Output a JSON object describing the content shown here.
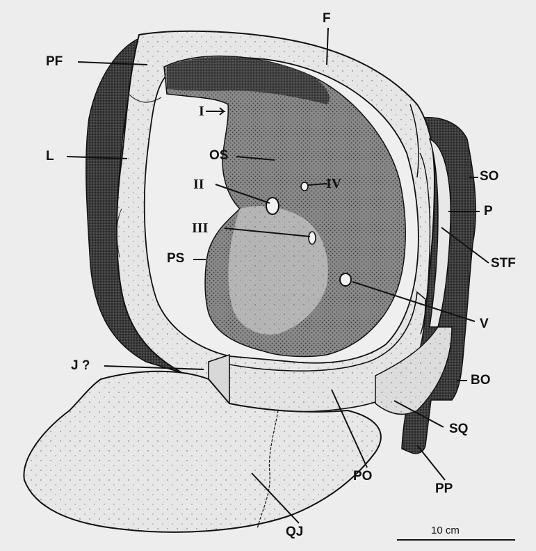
{
  "labels": {
    "F": "F",
    "PF": "PF",
    "L": "L",
    "I": "I",
    "OS": "OS",
    "II": "II",
    "IV": "IV",
    "III": "III",
    "PS": "PS",
    "SO": "SO",
    "P": "P",
    "STF": "STF",
    "V": "V",
    "J": "J ?",
    "BO": "BO",
    "SQ": "SQ",
    "PO": "PO",
    "PP": "PP",
    "QJ": "QJ"
  },
  "scale_bar": {
    "text": "10 cm"
  },
  "colors": {
    "background": "#ededed",
    "dark_bone": "#2b2b2b",
    "medium_bone": "#6f6f6f",
    "light_bone": "#e4e4e4",
    "ink": "#111111"
  }
}
